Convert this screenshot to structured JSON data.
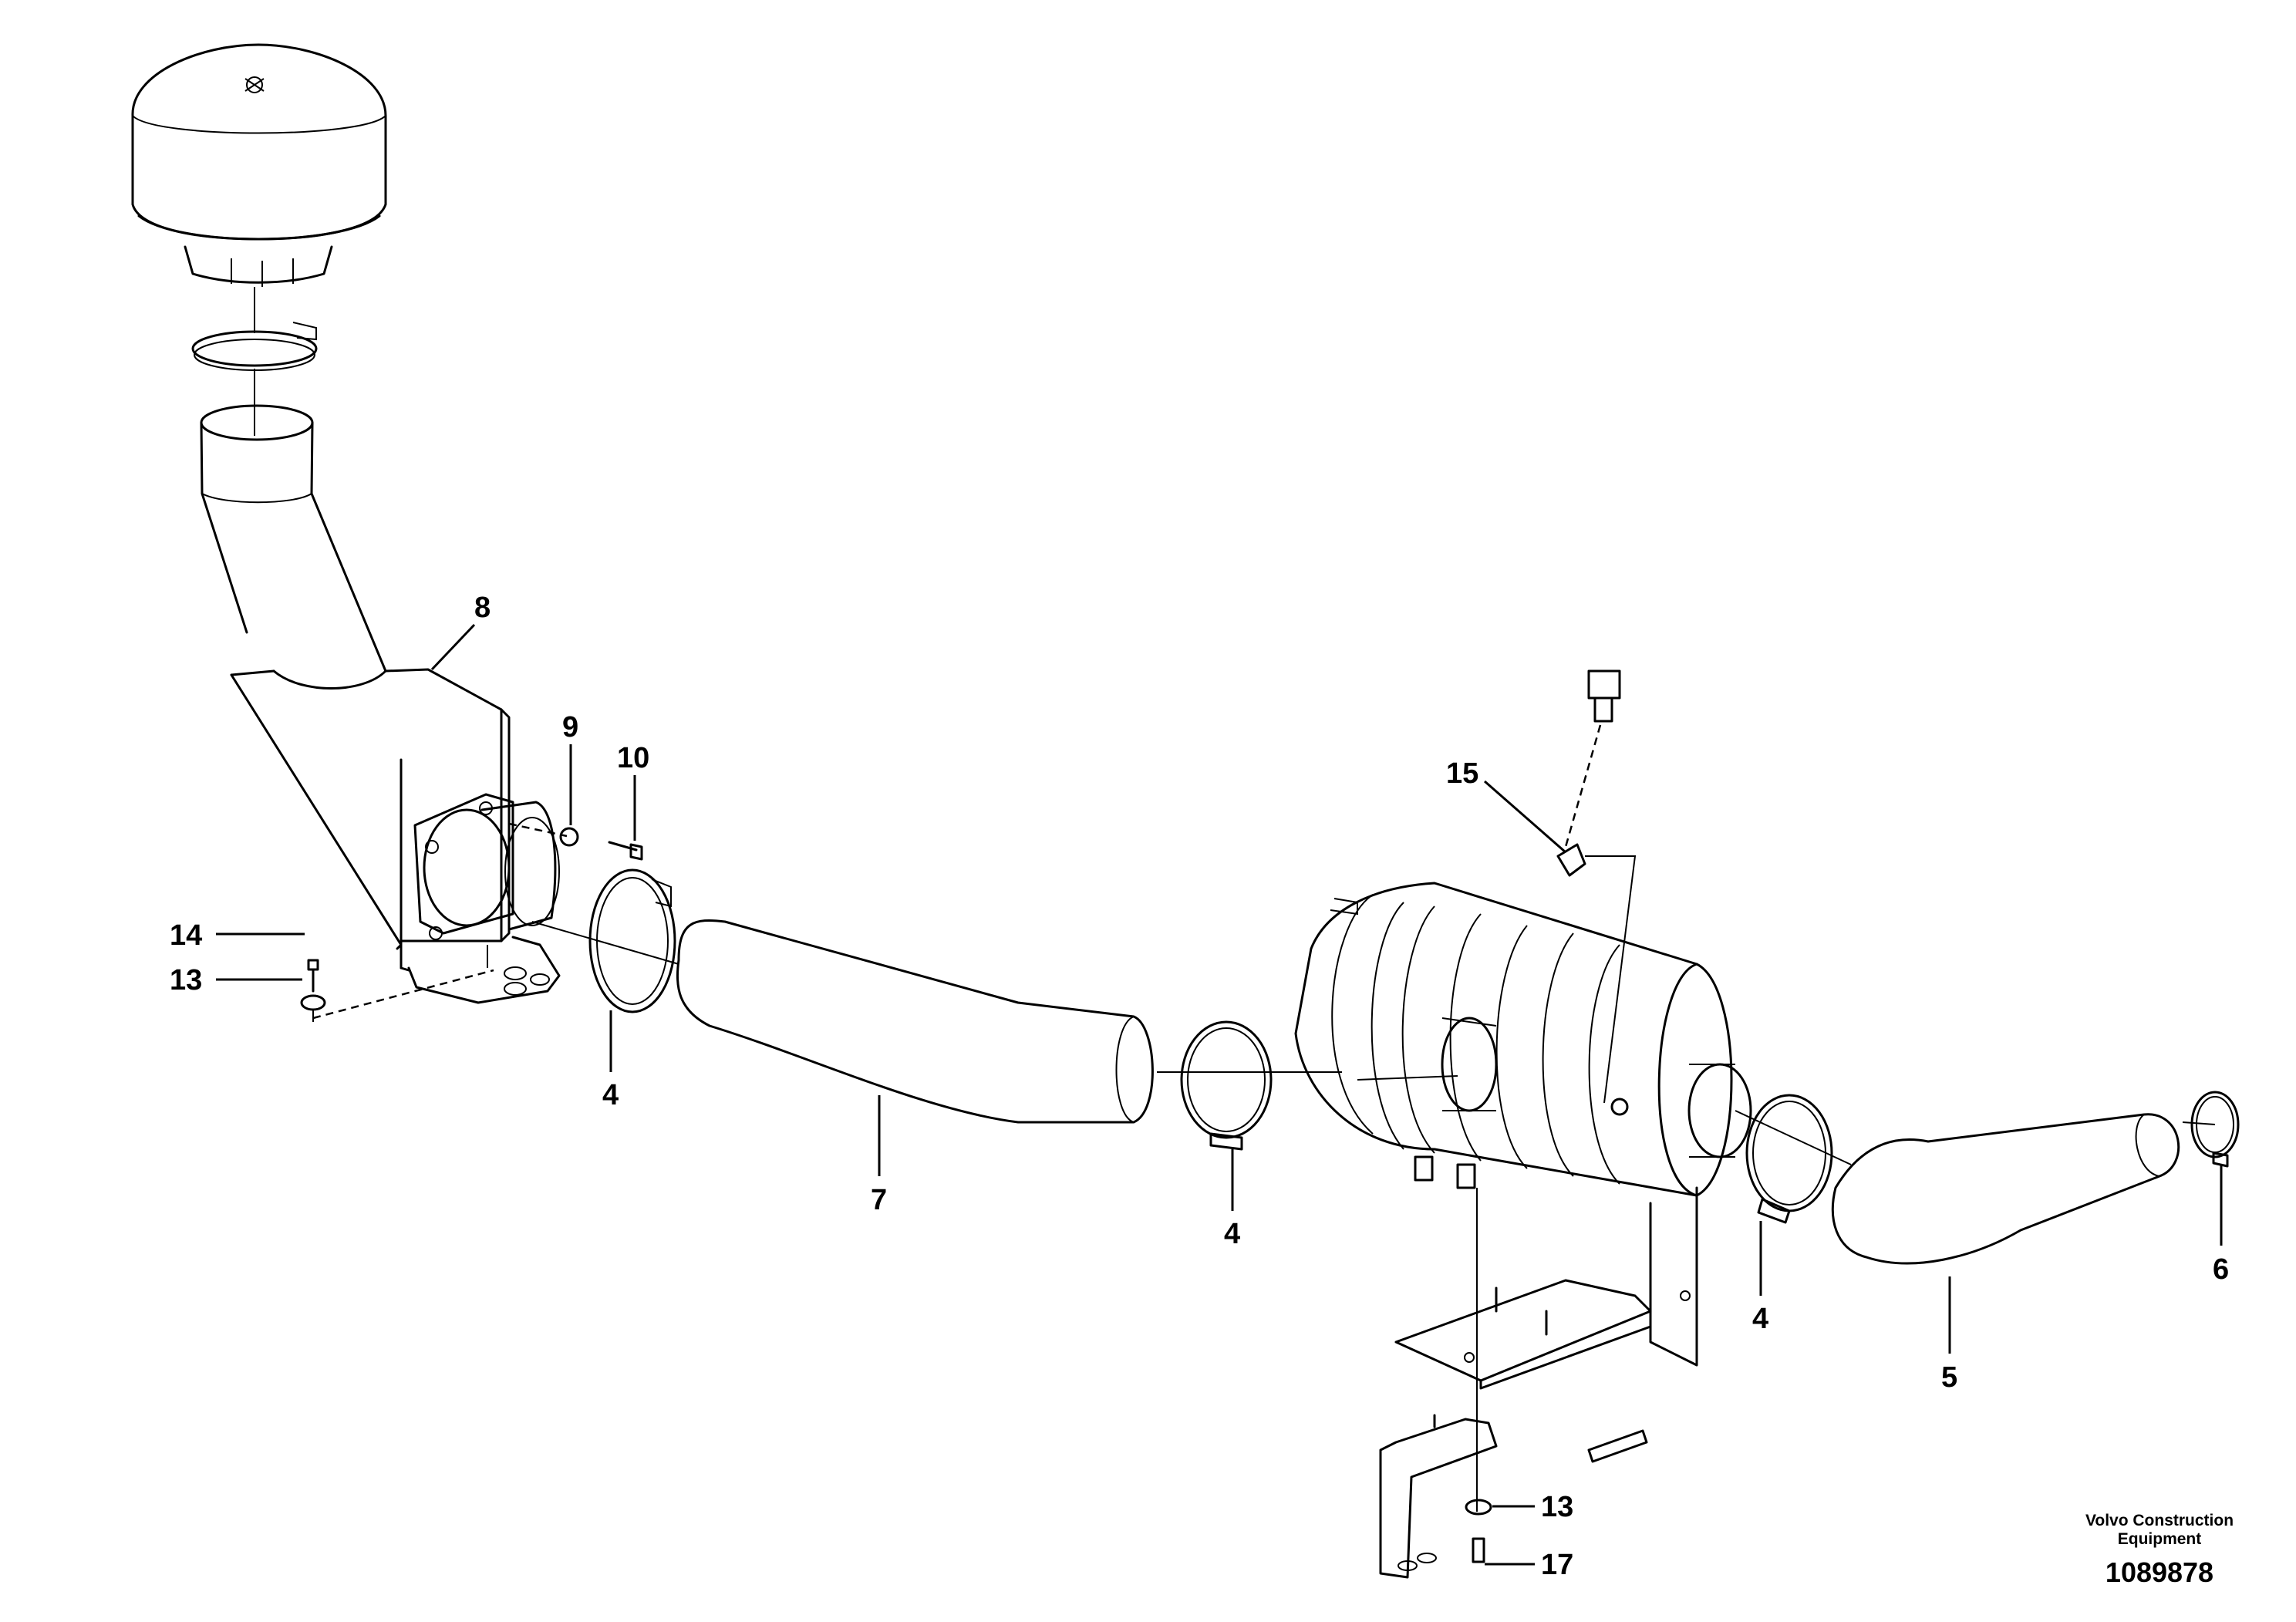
{
  "diagram": {
    "callouts": {
      "c8": "8",
      "c9": "9",
      "c10": "10",
      "c14": "14",
      "c13a": "13",
      "c4a": "4",
      "c7": "7",
      "c4b": "4",
      "c15": "15",
      "c4c": "4",
      "c5": "5",
      "c6": "6",
      "c13b": "13",
      "c17": "17"
    }
  },
  "footer": {
    "company_line1": "Volvo Construction",
    "company_line2": "Equipment",
    "drawing_number": "1089878"
  }
}
